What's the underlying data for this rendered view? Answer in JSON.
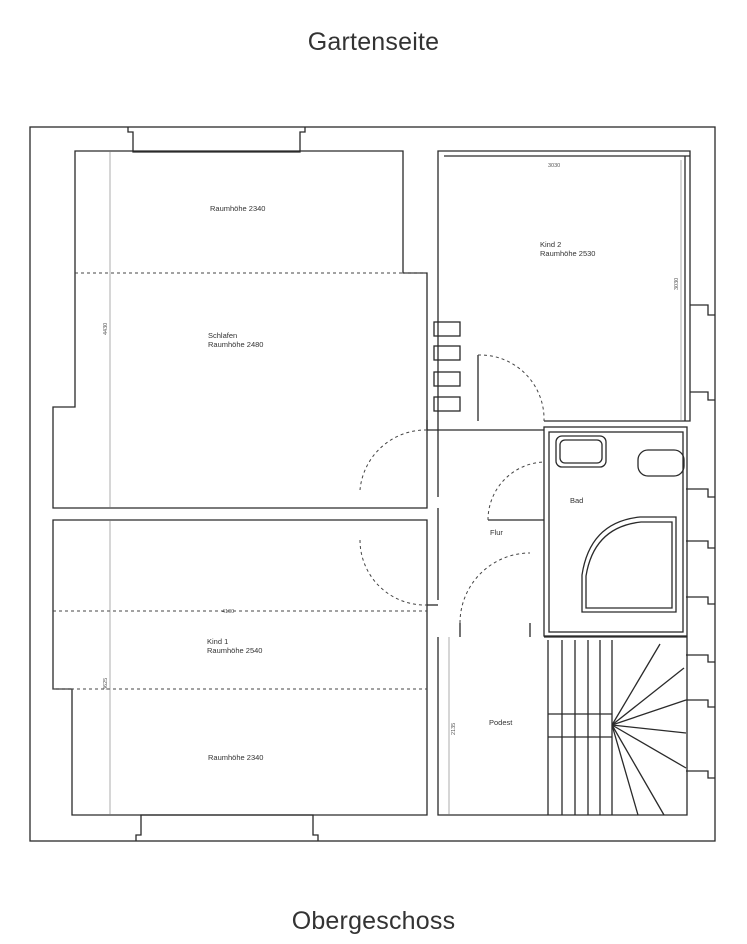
{
  "titles": {
    "top": "Gartenseite",
    "bottom": "Obergeschoss"
  },
  "rooms": {
    "upper_left": {
      "line1": "Raumhöhe 2340"
    },
    "schlafen": {
      "line1": "Schlafen",
      "line2": "Raumhöhe 2480"
    },
    "kind2": {
      "line1": "Kind 2",
      "line2": "Raumhöhe 2530"
    },
    "bad": {
      "line1": "Bad"
    },
    "flur": {
      "line1": "Flur"
    },
    "kind1": {
      "line1": "Kind 1",
      "line2": "Raumhöhe 2540"
    },
    "lower_left": {
      "line1": "Raumhöhe 2340"
    },
    "podest": {
      "line1": "Podest"
    }
  },
  "dimensions": {
    "kind2_width": "3030",
    "kind2_depth": "3030",
    "schlafen_depth": "4430",
    "kind1_width": "4100",
    "kind1_depth": "3625",
    "podest_depth": "2135"
  },
  "colors": {
    "line": "#2a2a2a",
    "dashed": "#444444"
  }
}
